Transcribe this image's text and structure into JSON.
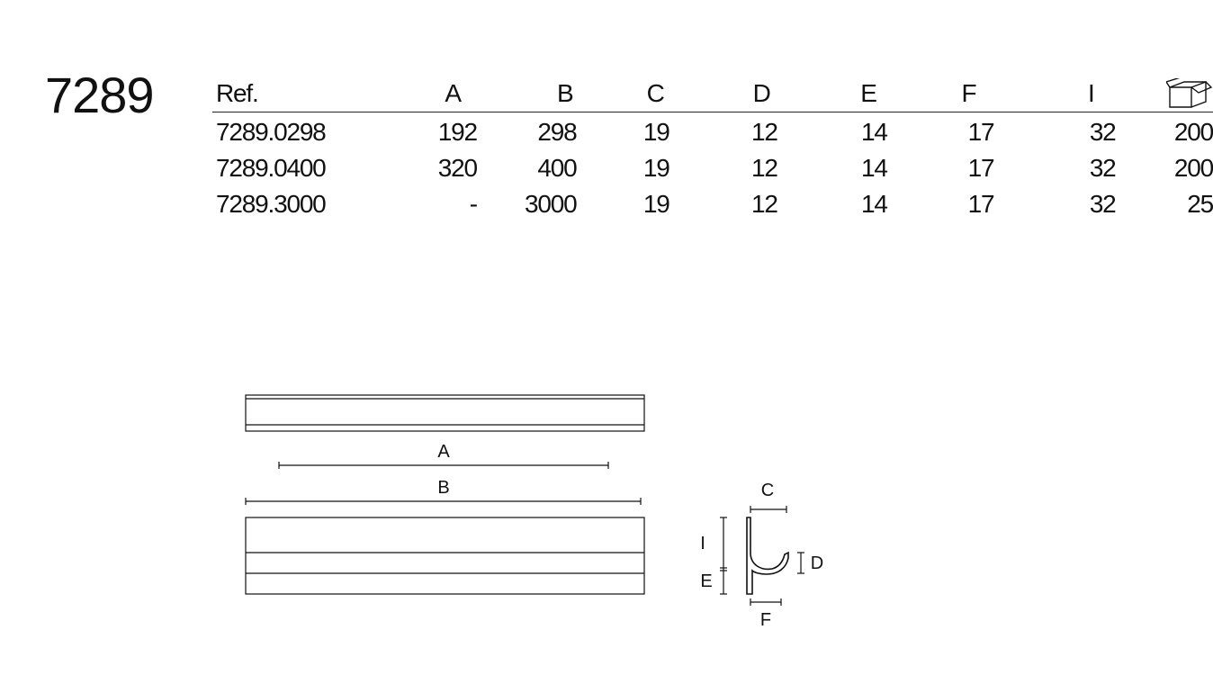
{
  "model": "7289",
  "table": {
    "headers": [
      "Ref.",
      "A",
      "B",
      "C",
      "D",
      "E",
      "F",
      "I"
    ],
    "box_icon": "package-box-icon",
    "rows": [
      [
        "7289.0298",
        "192",
        "298",
        "19",
        "12",
        "14",
        "17",
        "32",
        "200"
      ],
      [
        "7289.0400",
        "320",
        "400",
        "19",
        "12",
        "14",
        "17",
        "32",
        "200"
      ],
      [
        "7289.3000",
        "-",
        "3000",
        "19",
        "12",
        "14",
        "17",
        "32",
        "25"
      ]
    ]
  },
  "drawing": {
    "label_a": "A",
    "label_b": "B",
    "label_c": "C",
    "label_d": "D",
    "label_e": "E",
    "label_f": "F",
    "label_i": "I"
  }
}
